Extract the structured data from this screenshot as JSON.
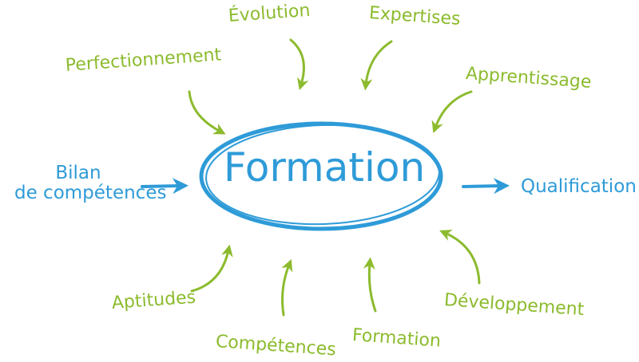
{
  "center": {
    "title": "Formation"
  },
  "inputs": {
    "bilan_line1": "Bilan",
    "bilan_line2": "de compétences"
  },
  "output": {
    "label": "Qualification"
  },
  "surrounding": {
    "evolution": "Évolution",
    "expertises": "Expertises",
    "perfectionnement": "Perfectionnement",
    "apprentissage": "Apprentissage",
    "aptitudes": "Aptitudes",
    "competences": "Compétences",
    "formation": "Formation",
    "developpement": "Développement"
  },
  "colors": {
    "green": "#8cbb2e",
    "blue": "#2e9bd8"
  }
}
